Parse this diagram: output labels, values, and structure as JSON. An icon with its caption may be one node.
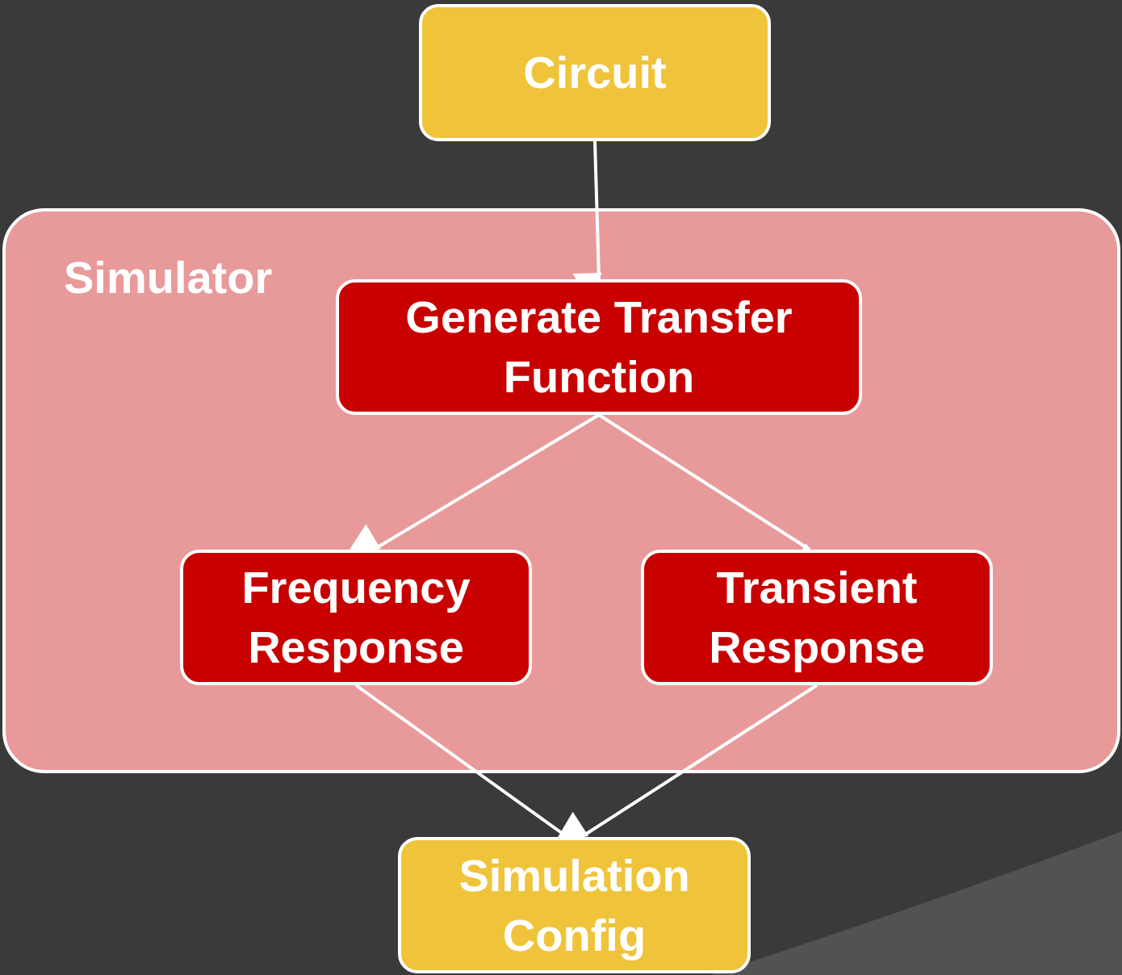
{
  "diagram": {
    "nodes": [
      {
        "text": [
          "Circuit"
        ]
      },
      {
        "text": [
          "Simulator"
        ]
      },
      {
        "text": [
          "Generate Transfer Function"
        ],
        "in": 1
      },
      {
        "text": [
          "Frequency Response"
        ],
        "in": 1
      },
      {
        "text": [
          "Transient Response"
        ],
        "in": 1
      },
      {
        "text": [
          "Simulation Config"
        ]
      }
    ],
    "edges": [
      {
        "from": 0,
        "to": 2,
        "arrow": "to"
      },
      {
        "from": 2,
        "to": 3,
        "arrow": "to"
      },
      {
        "from": 2,
        "to": 4,
        "arrow": "to"
      },
      {
        "from": 3,
        "to": 5,
        "arrow": "to"
      },
      {
        "from": 4,
        "to": 5,
        "arrow": "to"
      }
    ]
  }
}
